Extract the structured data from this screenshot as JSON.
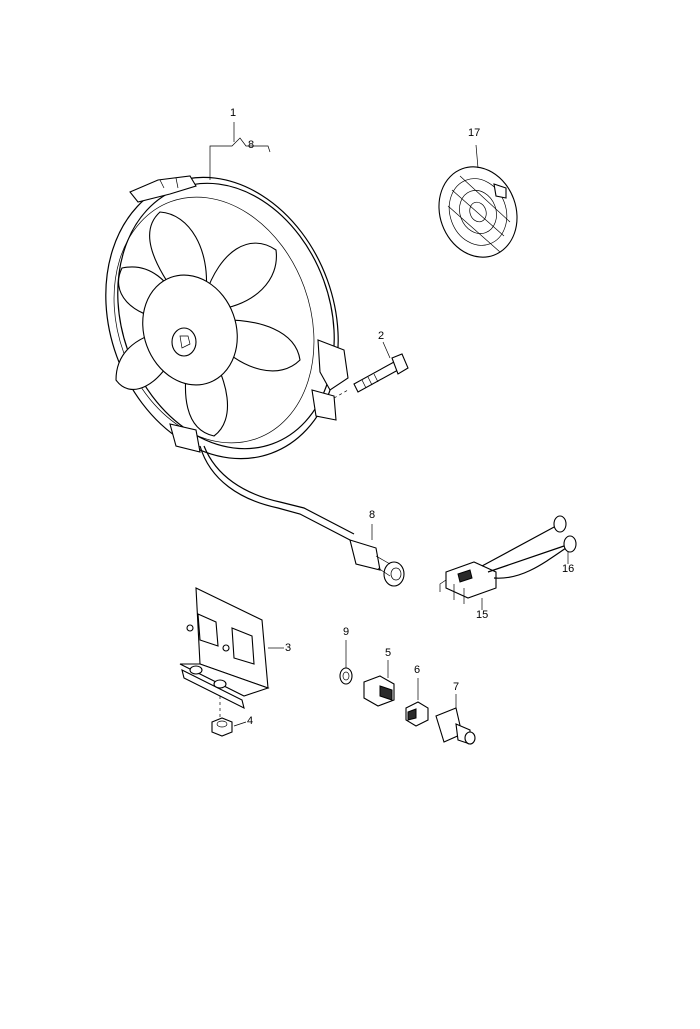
{
  "callouts": [
    {
      "id": "1",
      "text": "1"
    },
    {
      "id": "2",
      "text": "2"
    },
    {
      "id": "3",
      "text": "3"
    },
    {
      "id": "4",
      "text": "4"
    },
    {
      "id": "5",
      "text": "5"
    },
    {
      "id": "6",
      "text": "6"
    },
    {
      "id": "7",
      "text": "7"
    },
    {
      "id": "8",
      "text": "8"
    },
    {
      "id": "8b",
      "text": "8"
    },
    {
      "id": "9",
      "text": "9"
    },
    {
      "id": "15",
      "text": "15"
    },
    {
      "id": "16",
      "text": "16"
    },
    {
      "id": "17",
      "text": "17"
    }
  ]
}
